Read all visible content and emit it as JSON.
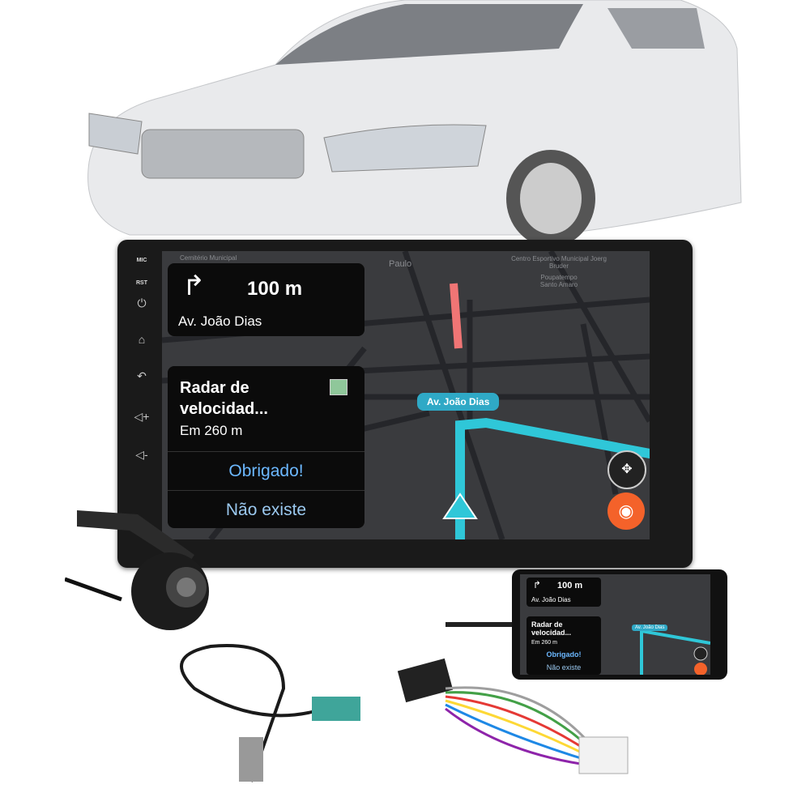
{
  "head_unit": {
    "side_labels": {
      "mic": "MIC",
      "rst": "RST"
    },
    "side_icons": [
      "power-icon",
      "home-icon",
      "back-icon",
      "volume-up-icon",
      "volume-down-icon"
    ]
  },
  "navigation": {
    "turn_distance": "100 m",
    "turn_street": "Av. João Dias",
    "alert_title": "Radar de velocidad...",
    "alert_distance": "Em 260 m",
    "thanks_button": "Obrigado!",
    "not_there_button": "Não existe",
    "street_bubble": "Av. João Dias",
    "map_labels": [
      "Cemitério Municipal",
      "Paulo",
      "Centro Esportivo Municipal Joerg Bruder",
      "Poupatempo Santo Amaro"
    ],
    "route_color": "#2fc7d8",
    "report_button_color": "#f4622a"
  }
}
